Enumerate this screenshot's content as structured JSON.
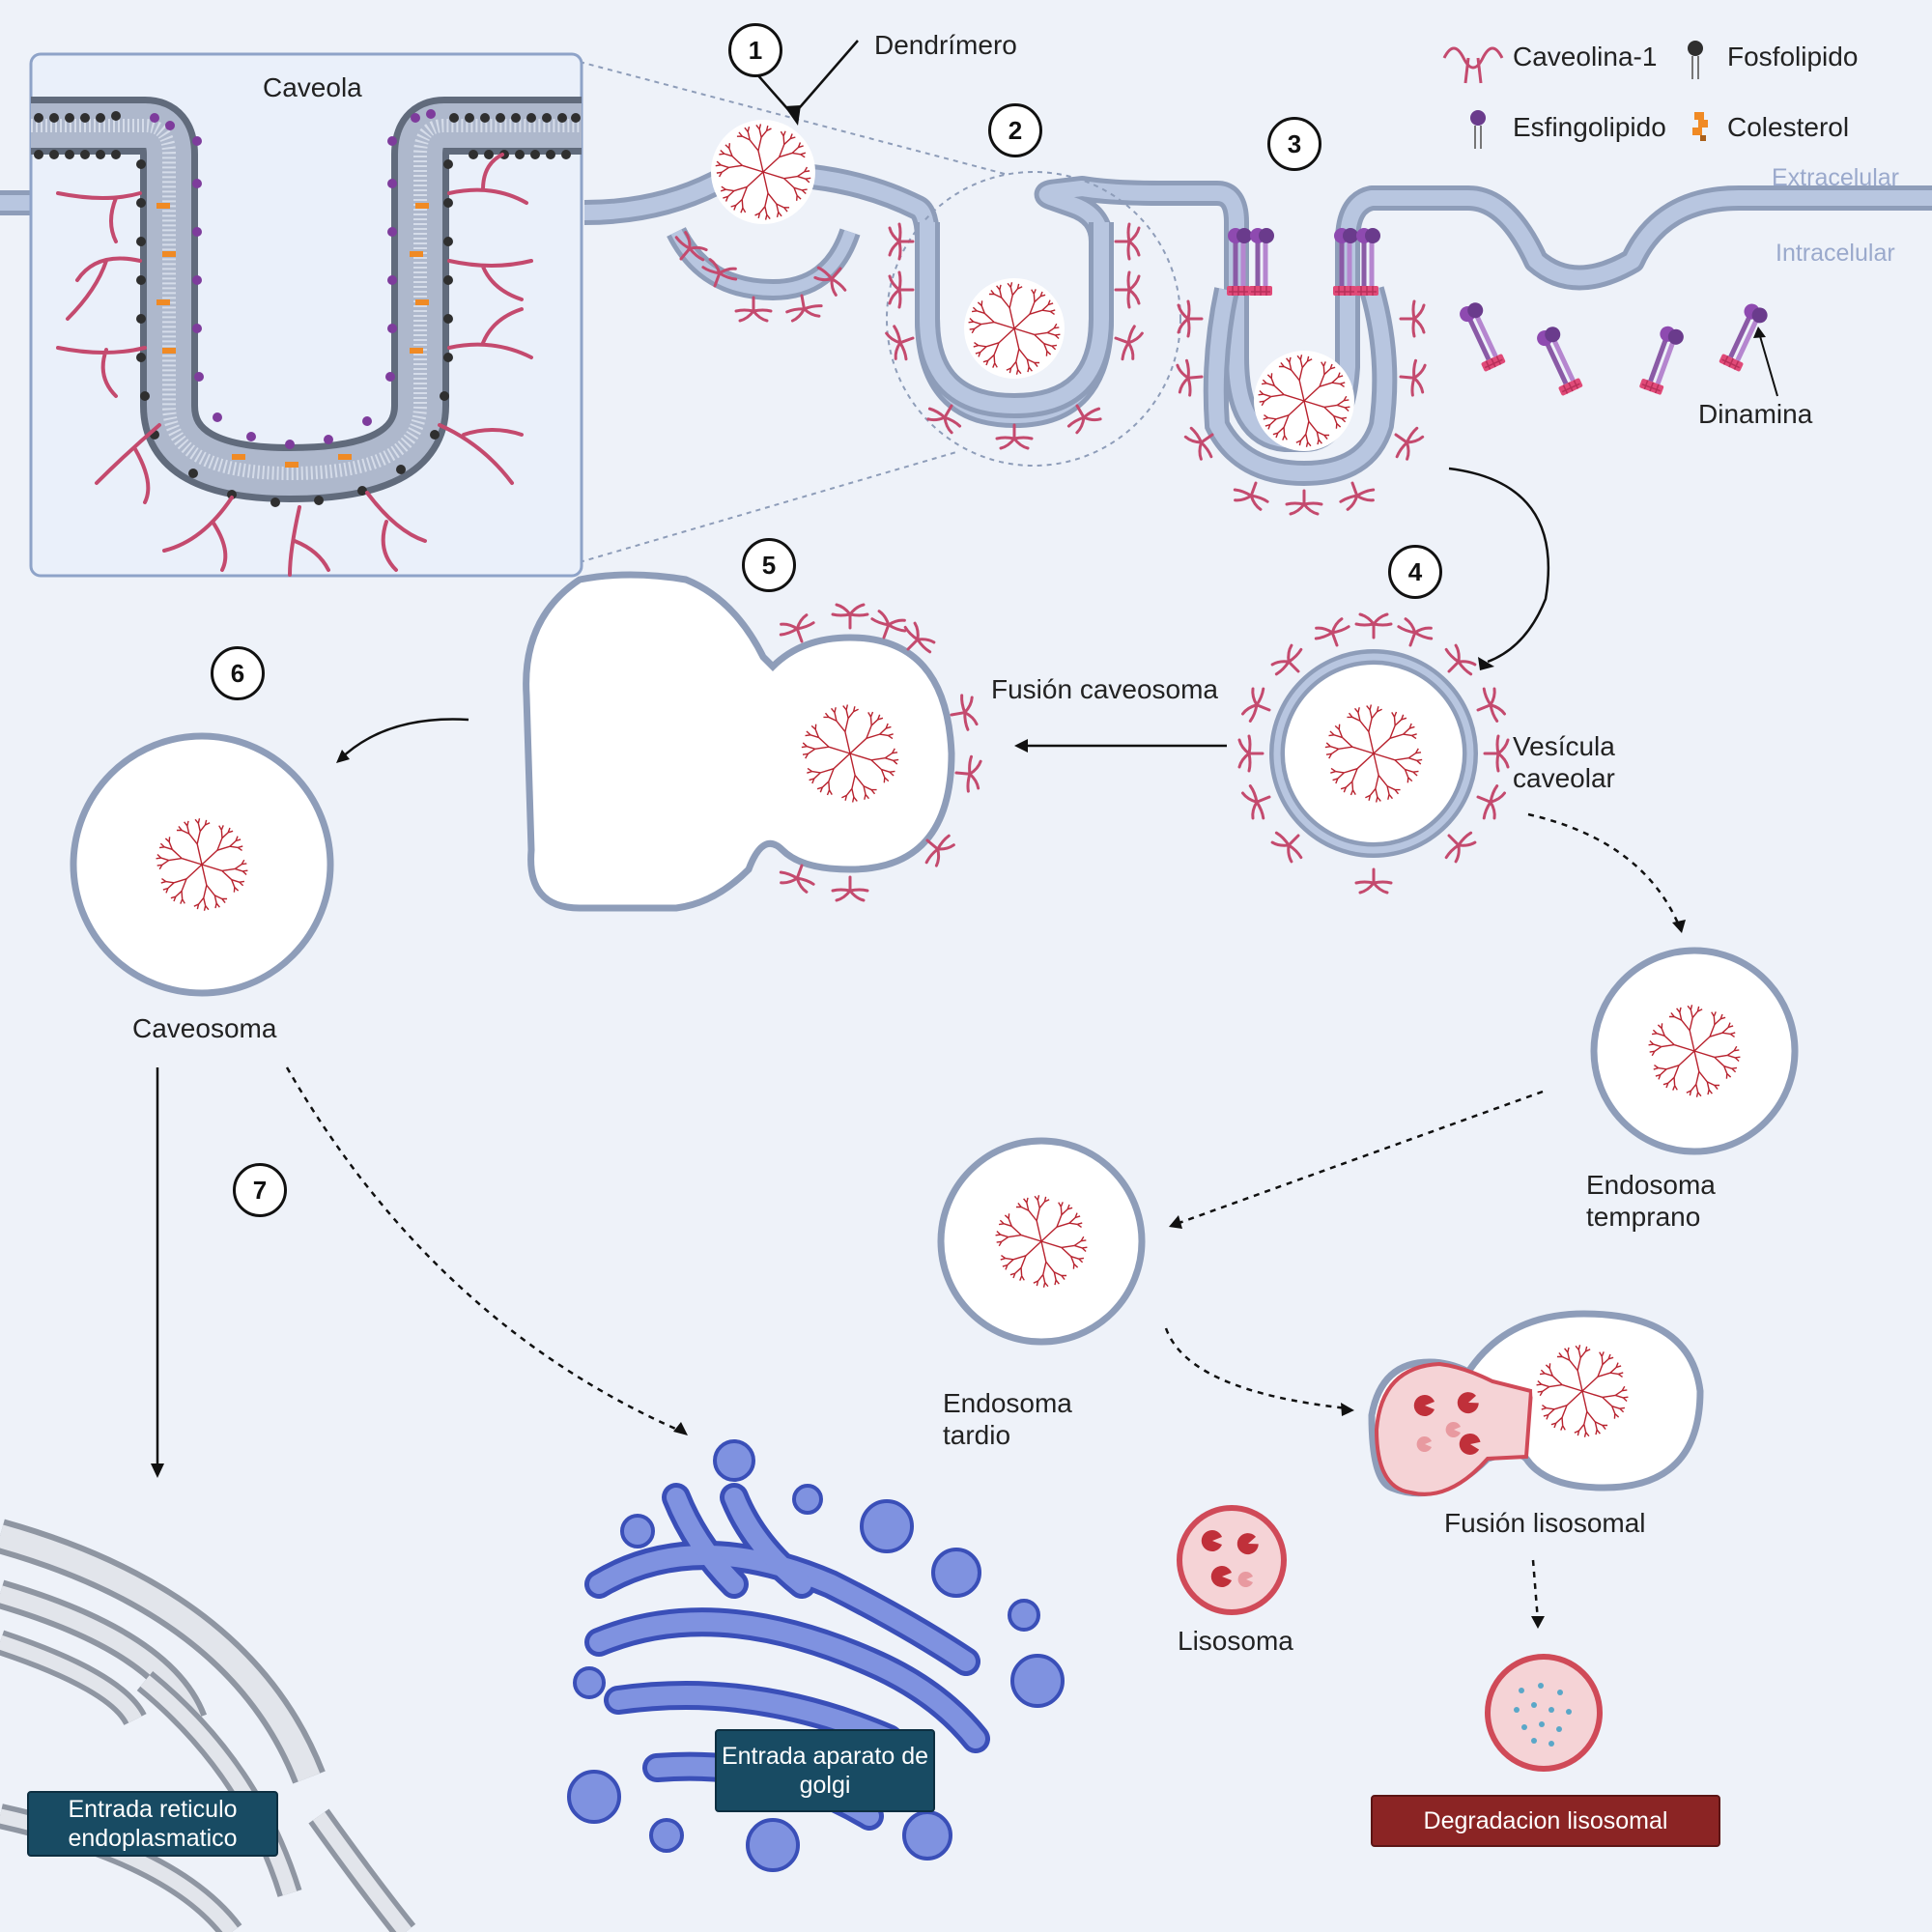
{
  "labels": {
    "caveola": "Caveola",
    "dendrimero": "Dendrímero",
    "extracelular": "Extracelular",
    "intracelular": "Intracelular",
    "dinamina": "Dinamina",
    "fusion_caveosoma": "Fusión caveosoma",
    "vesicula_caveolar": "Vesícula caveolar",
    "caveosoma": "Caveosoma",
    "endosoma_temprano": "Endosoma temprano",
    "endosoma_tardio": "Endosoma tardio",
    "fusion_lisosomal": "Fusión lisosomal",
    "lisosoma": "Lisosoma"
  },
  "legend": {
    "caveolina": "Caveolina-1",
    "fosfolipido": "Fosfolipido",
    "esfingolipido": "Esfingolipido",
    "colesterol": "Colesterol"
  },
  "steps": [
    "1",
    "2",
    "3",
    "4",
    "5",
    "6",
    "7"
  ],
  "boxes": {
    "reticulo": "Entrada reticulo endoplasmatico",
    "golgi": "Entrada aparato de golgi",
    "degradacion": "Degradacion lisosomal"
  },
  "colors": {
    "background": "#eef2f9",
    "membrane": "#8e9db9",
    "membrane_fill": "#b8c6e0",
    "caveolin": "#c44a6e",
    "sphingolipid": "#6a3b8c",
    "cholesterol": "#f08a24",
    "golgi": "#7f92e0",
    "box_dark": "#184b63",
    "box_red": "#8b2424",
    "dendrimer": "#b8222e",
    "lysosome": "#d04a58"
  },
  "icons": [
    "dendrimer-icon",
    "caveolin-icon",
    "phospholipid-icon",
    "sphingolipid-icon",
    "cholesterol-icon",
    "dynamin-icon"
  ]
}
